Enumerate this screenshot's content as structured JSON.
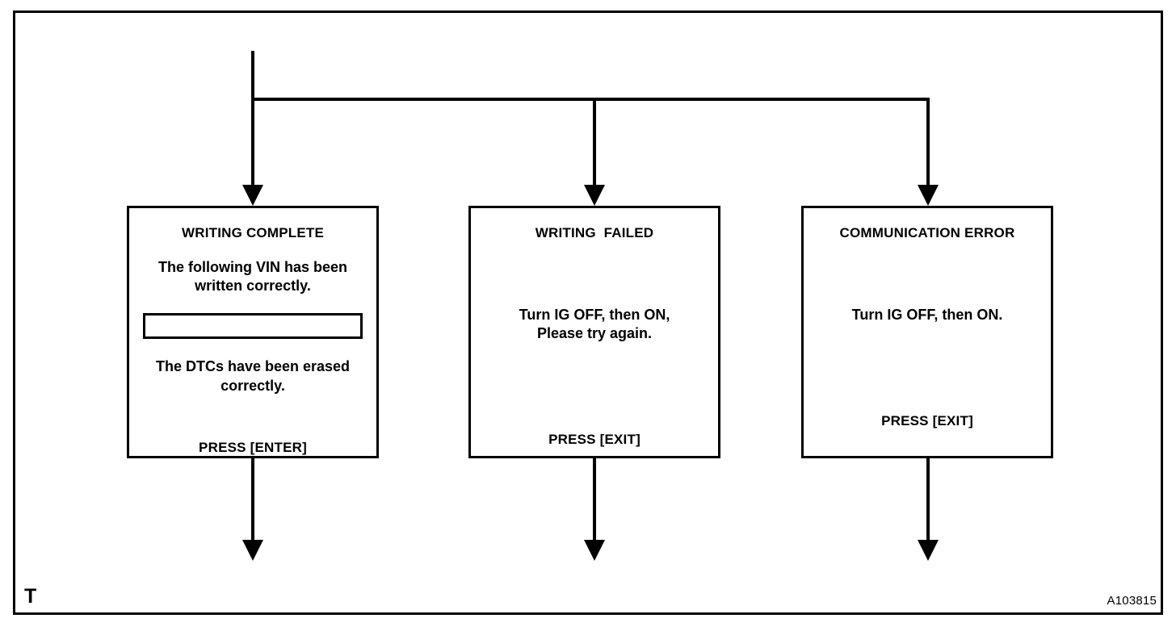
{
  "figure": {
    "sheet_mark": "T",
    "figure_id": "A103815",
    "line_color": "#000000",
    "background_color": "#FFFFFF"
  },
  "boxes": [
    {
      "name": "writing-complete",
      "title": "WRITING COMPLETE",
      "message_primary": "The following VIN has been\nwritten correctly.",
      "field_value": "",
      "message_secondary": "The DTCs have been erased\ncorrectly.",
      "footer": "PRESS [ENTER]"
    },
    {
      "name": "writing-failed",
      "title": "WRITING  FAILED",
      "message_primary": "Turn IG OFF, then ON,\nPlease try again.",
      "footer": "PRESS [EXIT]"
    },
    {
      "name": "communication-error",
      "title": "COMMUNICATION ERROR",
      "message_primary": "Turn IG OFF, then ON.",
      "footer": "PRESS [EXIT]"
    }
  ]
}
